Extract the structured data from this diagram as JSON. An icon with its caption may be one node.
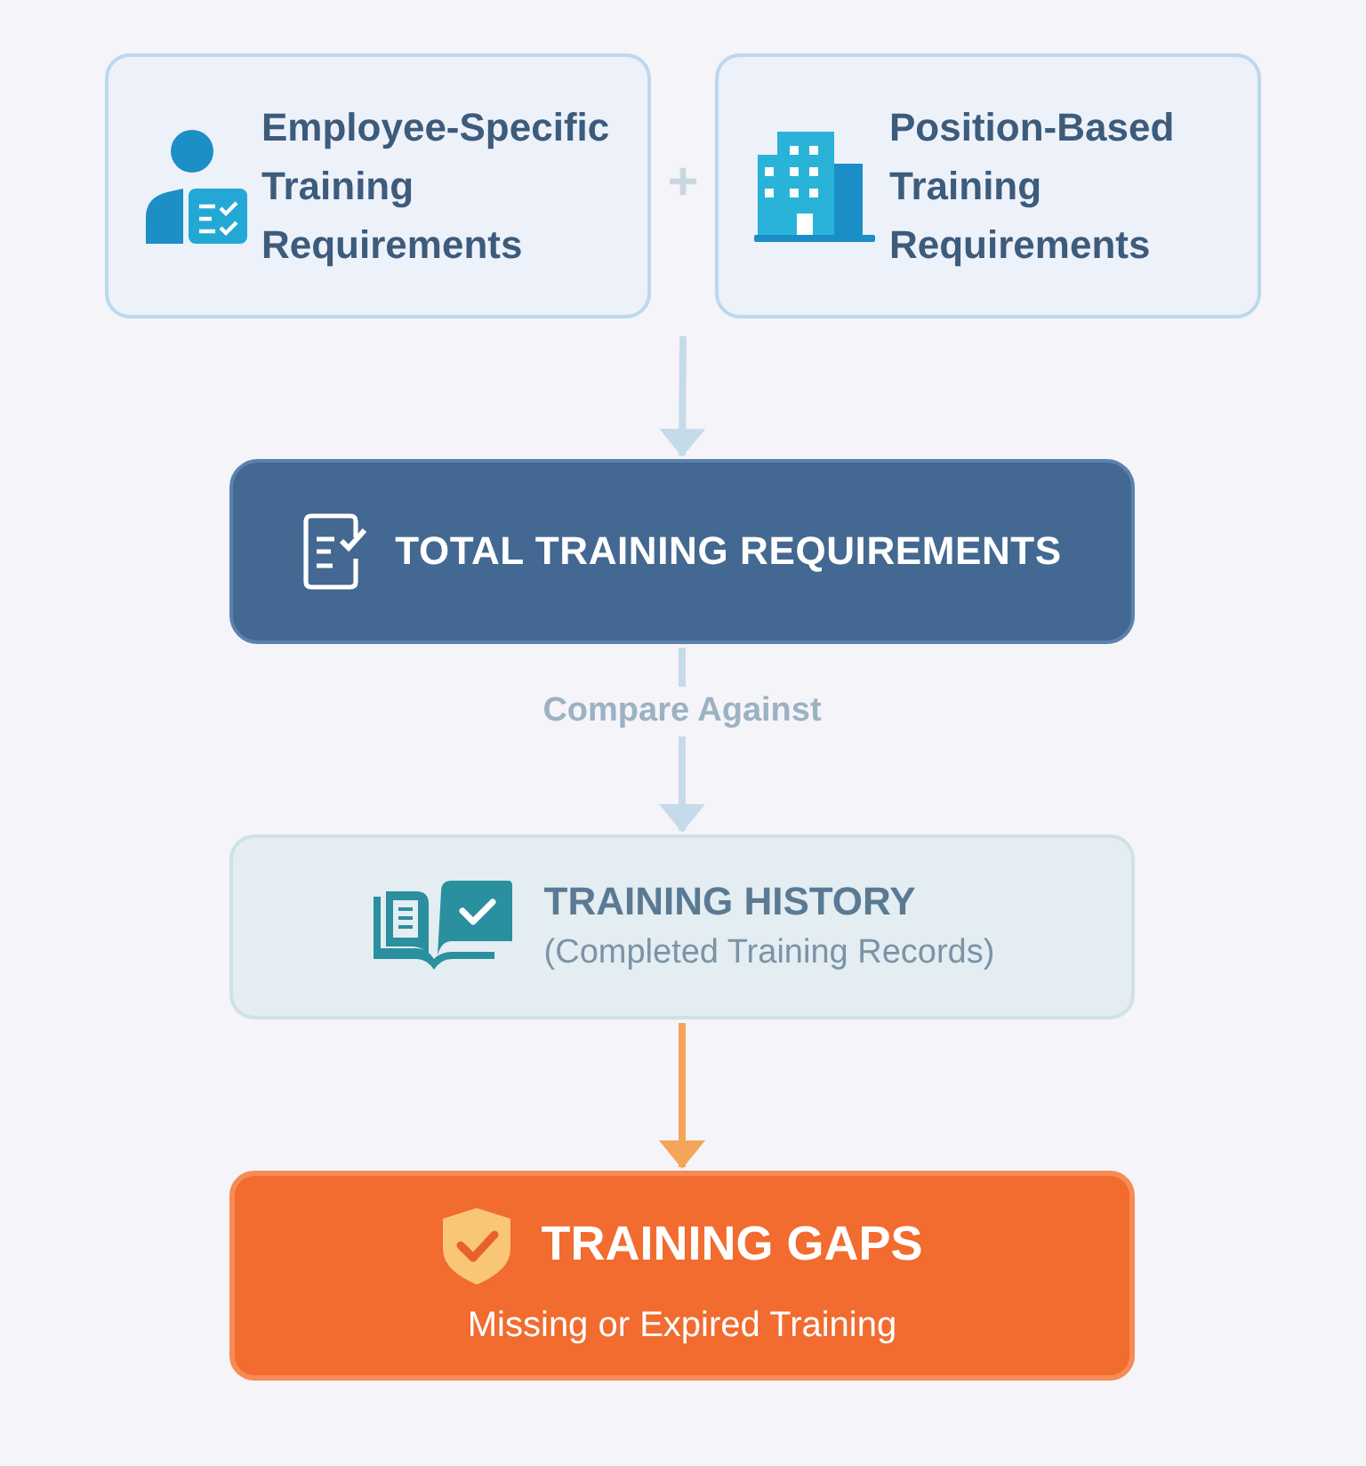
{
  "diagram": {
    "nodes": [
      {
        "text": [
          "Employee-Specific Training Requirements"
        ]
      },
      {
        "text": [
          "Position-Based Training Requirements"
        ]
      },
      {
        "text": [
          "TOTAL TRAINING REQUIREMENTS"
        ]
      },
      {
        "text": [
          "TRAINING HISTORY",
          "(Completed Training Records)"
        ]
      },
      {
        "text": [
          "TRAINING GAPS",
          "Missing or Expired Training"
        ]
      }
    ],
    "edges": [
      {
        "from": 0,
        "to": 2,
        "arrow": "to"
      },
      {
        "from": 1,
        "to": 2,
        "arrow": "to"
      },
      {
        "from": 2,
        "to": 3,
        "arrow": "to",
        "label": "Compare Against"
      },
      {
        "from": 3,
        "to": 4,
        "arrow": "to",
        "color": "#f5a55a"
      }
    ],
    "labels": [
      "+"
    ]
  }
}
